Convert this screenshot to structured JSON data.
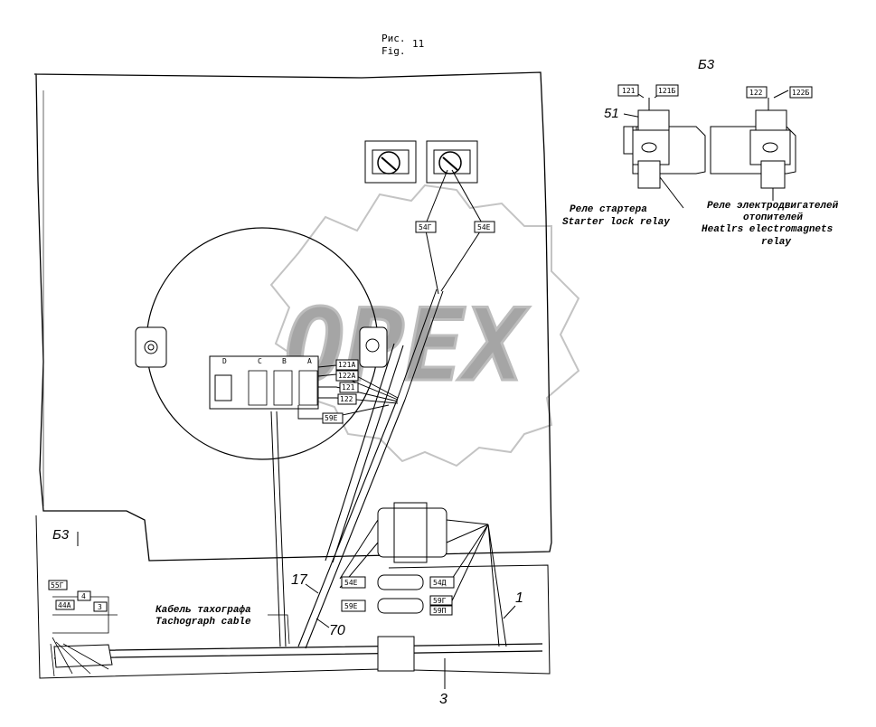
{
  "figure": {
    "caption_ru": "Рис.",
    "caption_num": "11",
    "caption_en": "Fig."
  },
  "watermark": {
    "text": "OPEX"
  },
  "relays": {
    "block_label": "Б3",
    "item_number": "51",
    "left": {
      "tag_a": "121",
      "tag_b": "121Б",
      "label_ru": "Реле стартера",
      "label_en": "Starter lock relay"
    },
    "right": {
      "tag_a": "122",
      "tag_b": "122Б",
      "label_ru_1": "Реле электродвигателей",
      "label_ru_2": "отопителей",
      "label_en_1": "Heatlrs electromagnets",
      "label_en_2": "relay"
    }
  },
  "switch_tags": {
    "left": "54Г",
    "right": "54Е"
  },
  "connector_block": {
    "columns": [
      "D",
      "C",
      "B",
      "A"
    ],
    "wires": [
      "121А",
      "122А",
      "121",
      "122",
      "59Е"
    ]
  },
  "harness": {
    "block_label": "Б3",
    "side_tags": [
      "55Г",
      "44А",
      "4",
      "3"
    ],
    "connector_tags_left": [
      "54Е",
      "59Е"
    ],
    "connector_tags_right": [
      "54Д",
      "59Г",
      "59П"
    ]
  },
  "cable": {
    "label_ru": "Кабель тахографа",
    "label_en": "Tachograph cable"
  },
  "callouts": [
    "17",
    "70",
    "1",
    "3"
  ]
}
